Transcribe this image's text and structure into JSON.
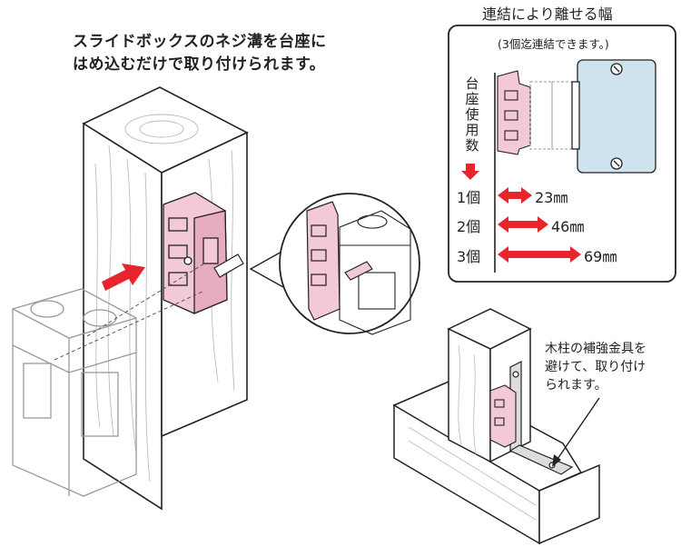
{
  "main_caption": {
    "line1": "スライドボックスのネジ溝を台座に",
    "line2": "はめ込むだけで取り付けられます。"
  },
  "panel": {
    "title": "連結により離せる幅",
    "note": "(3個迄連結できます。)",
    "base_count_label": "台座使用数",
    "rows": [
      {
        "label": "1個",
        "value": "23㎜"
      },
      {
        "label": "2個",
        "value": "46㎜"
      },
      {
        "label": "3個",
        "value": "69㎜"
      }
    ]
  },
  "side_caption": {
    "line1": "木柱の補強金具を",
    "line2": "避けて、取り付け",
    "line3": "られます。"
  },
  "colors": {
    "bracket_pink": "#f2c9d5",
    "arrow_red": "#e8242c",
    "box_blue": "#cfe3ef",
    "outline": "#222222",
    "ghost_box": "#9a9a9a"
  }
}
